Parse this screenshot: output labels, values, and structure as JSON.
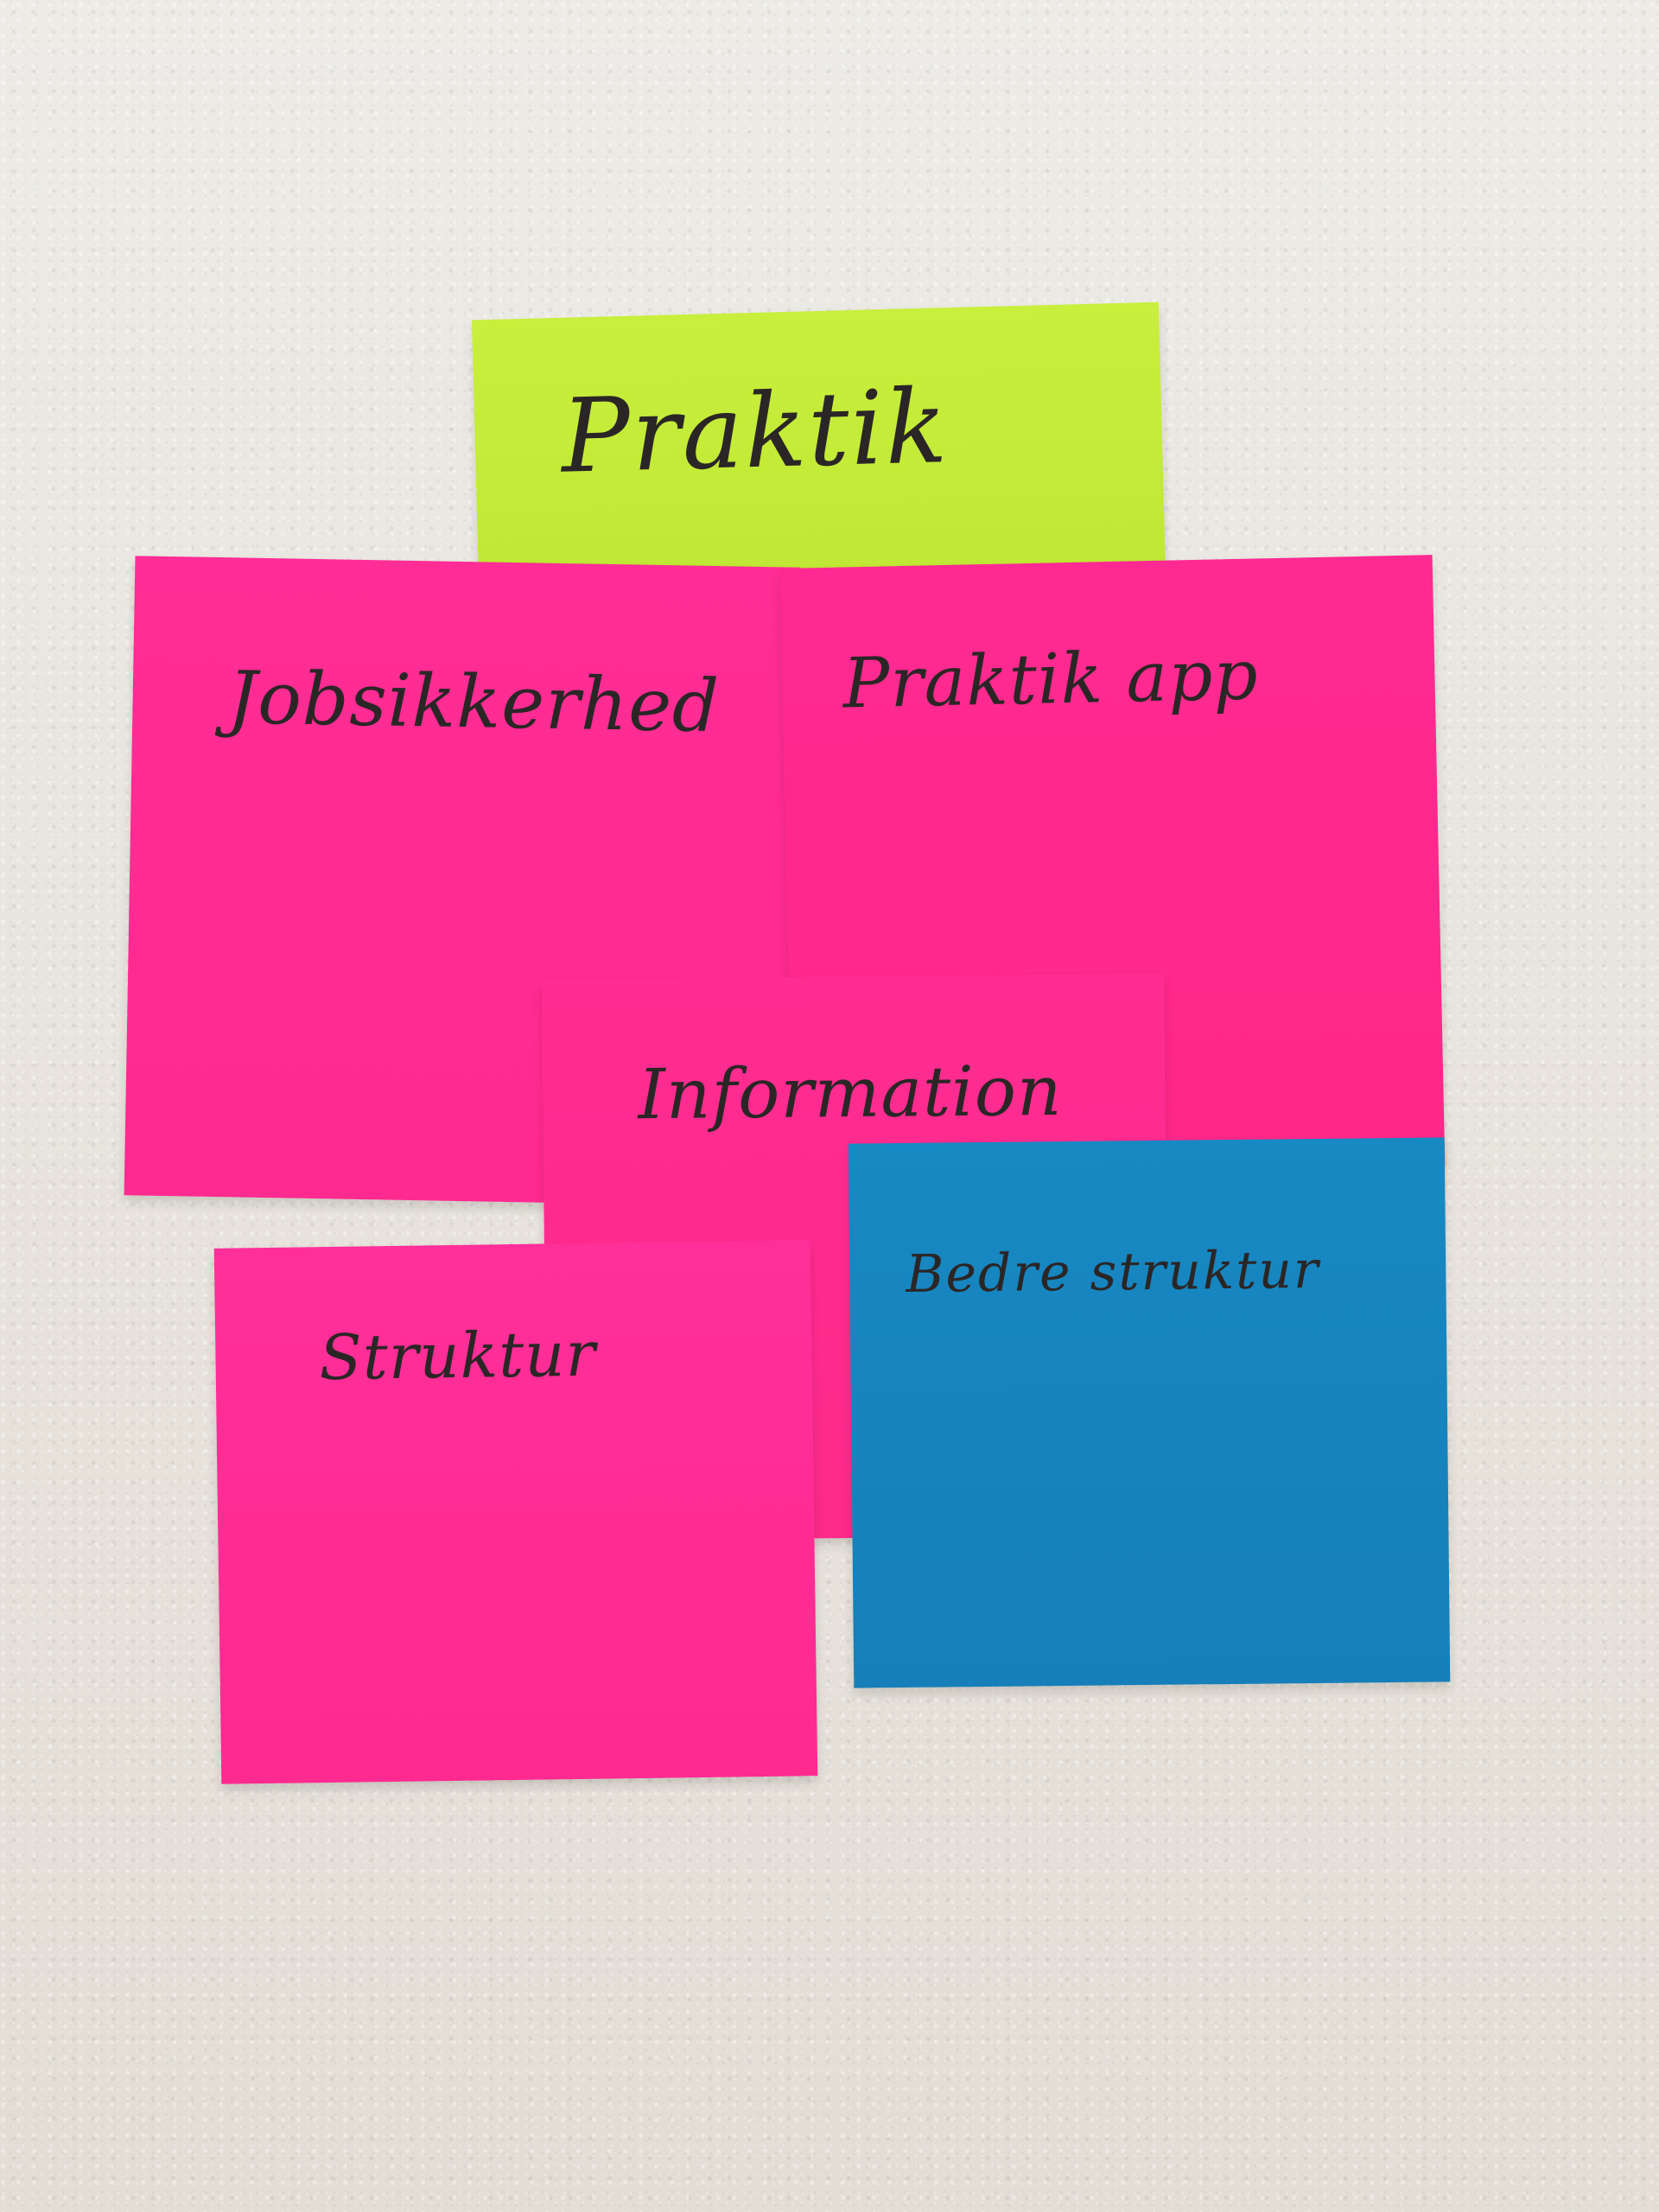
{
  "notes": {
    "top_lime": {
      "text": "Praktik",
      "color": "#c8ef3c"
    },
    "pink_left": {
      "text": "Jobsikkerhed",
      "color": "#ff2d95"
    },
    "pink_right": {
      "text": "Praktik app",
      "color": "#ff2a91"
    },
    "pink_middle": {
      "text": "Information",
      "color": "#ff2c91"
    },
    "pink_bottom_left": {
      "text": "Struktur",
      "color": "#ff2f99"
    },
    "blue_bottom_right": {
      "text": "Bedre struktur",
      "color": "#1789c3"
    }
  },
  "background": {
    "color": "#e9e6df"
  }
}
